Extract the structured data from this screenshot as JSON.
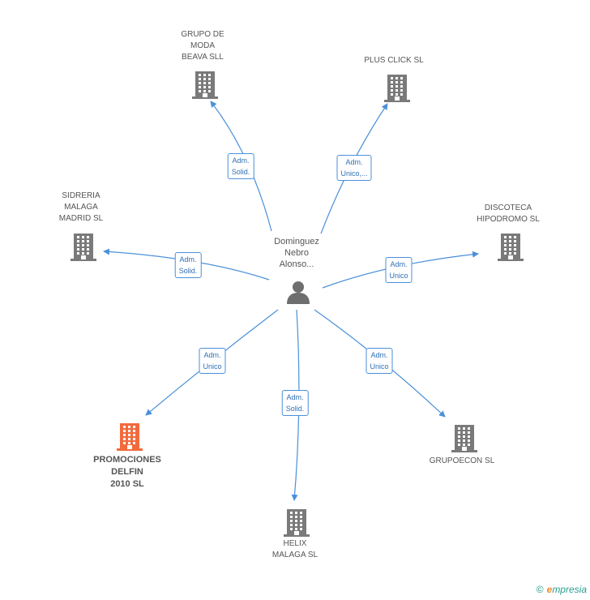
{
  "center": {
    "name": "Dominguez\nNebro\nAlonso..."
  },
  "companies": [
    {
      "id": "grupo-moda",
      "name": "GRUPO DE\nMODA\nBEAVA SLL",
      "role": "Adm.\nSolid.",
      "highlight": false
    },
    {
      "id": "plus-click",
      "name": "PLUS CLICK  SL",
      "role": "Adm.\nUnico,...",
      "highlight": false
    },
    {
      "id": "sidreria",
      "name": "SIDRERIA\nMALAGA\nMADRID  SL",
      "role": "Adm.\nSolid.",
      "highlight": false
    },
    {
      "id": "discoteca",
      "name": "DISCOTECA\nHIPODROMO  SL",
      "role": "Adm.\nUnico",
      "highlight": false
    },
    {
      "id": "promociones",
      "name": "PROMOCIONES\nDELFIN\n2010 SL",
      "role": "Adm.\nUnico",
      "highlight": true
    },
    {
      "id": "helix",
      "name": "HELIX\nMALAGA SL",
      "role": "Adm.\nSolid.",
      "highlight": false
    },
    {
      "id": "grupoecon",
      "name": "GRUPOECON SL",
      "role": "Adm.\nUnico",
      "highlight": false
    }
  ],
  "colors": {
    "edge": "#4a90d9",
    "building": "#7a7a7a",
    "building_highlight": "#f26a3d",
    "person": "#6e6e6e"
  },
  "footer": {
    "copyright": "©",
    "brand_initial": "e",
    "brand_rest": "mpresia"
  }
}
